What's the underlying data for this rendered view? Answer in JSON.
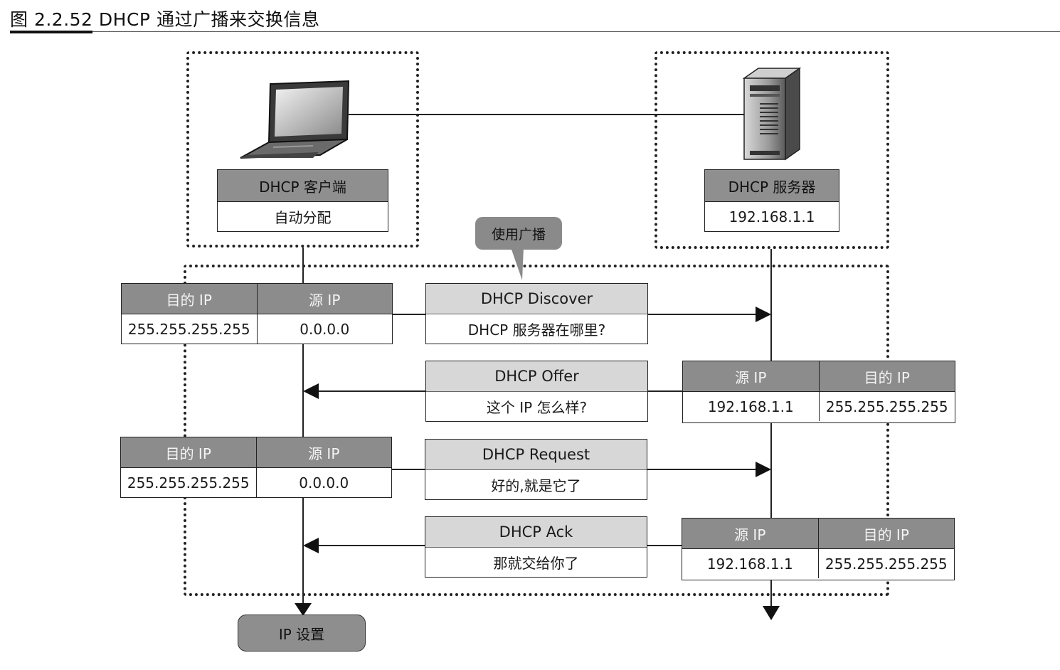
{
  "figure": {
    "title": "图 2.2.52   DHCP 通过广播来交换信息"
  },
  "client": {
    "name": "DHCP 客户端",
    "value": "自动分配"
  },
  "server": {
    "name": "DHCP 服务器",
    "value": "192.168.1.1"
  },
  "callout": {
    "text": "使用广播"
  },
  "headers": {
    "dest_ip": "目的 IP",
    "src_ip": "源 IP"
  },
  "messages": [
    {
      "name": "DHCP Discover",
      "text": "DHCP 服务器在哪里?",
      "dest": "255.255.255.255",
      "src": "0.0.0.0",
      "direction": "client-to-server"
    },
    {
      "name": "DHCP Offer",
      "text": "这个 IP 怎么样?",
      "dest": "255.255.255.255",
      "src": "192.168.1.1",
      "direction": "server-to-client"
    },
    {
      "name": "DHCP Request",
      "text": "好的,就是它了",
      "dest": "255.255.255.255",
      "src": "0.0.0.0",
      "direction": "client-to-server"
    },
    {
      "name": "DHCP Ack",
      "text": "那就交给你了",
      "dest": "255.255.255.255",
      "src": "192.168.1.1",
      "direction": "server-to-client"
    }
  ],
  "result": {
    "label": "IP 设置"
  },
  "icons": {
    "client": "laptop-icon",
    "server": "server-tower-icon"
  }
}
